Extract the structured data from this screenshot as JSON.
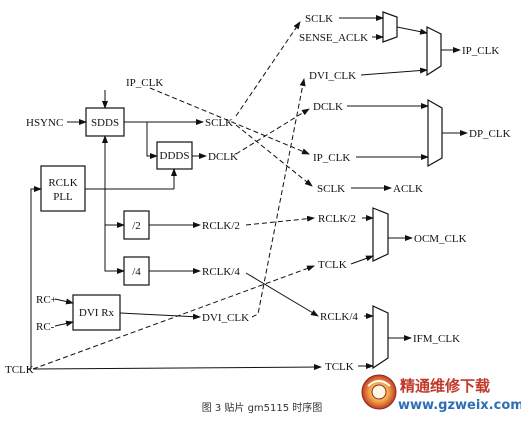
{
  "blocks": {
    "sdds": "SDDS",
    "ddds": "DDDS",
    "rclk_pll_line1": "RCLK",
    "rclk_pll_line2": "PLL",
    "div2": "/2",
    "div4": "/4",
    "dvi_rx": "DVI Rx"
  },
  "inputs": {
    "hsync": "HSYNC",
    "ip_clk": "IP_CLK",
    "rc_plus": "RC+",
    "rc_minus": "RC-",
    "tclk": "TCLK"
  },
  "signals": {
    "sclk_out": "SCLK",
    "dclk_out": "DCLK",
    "rclk2_out": "RCLK/2",
    "rclk4_out": "RCLK/4",
    "dvi_clk_out": "DVI_CLK"
  },
  "mux_inputs": {
    "ip_mux_sclk": "SCLK",
    "ip_mux_sense": "SENSE_ACLK",
    "ip_mux_dvi": "DVI_CLK",
    "dp_mux_dclk": "DCLK",
    "dp_mux_ipclk": "IP_CLK",
    "aclk_src_sclk": "SCLK",
    "ocm_mux_rclk2": "RCLK/2",
    "ocm_mux_tclk": "TCLK",
    "ifm_mux_rclk4": "RCLK/4",
    "ifm_mux_tclk": "TCLK"
  },
  "outputs": {
    "ip_clk": "IP_CLK",
    "dp_clk": "DP_CLK",
    "aclk": "ACLK",
    "ocm_clk": "OCM_CLK",
    "ifm_clk": "IFM_CLK"
  },
  "caption": "图 3  贴片 gm5115 时序图",
  "watermark": {
    "line1": "精通维修下载",
    "line2": "www.gzweix.com"
  }
}
